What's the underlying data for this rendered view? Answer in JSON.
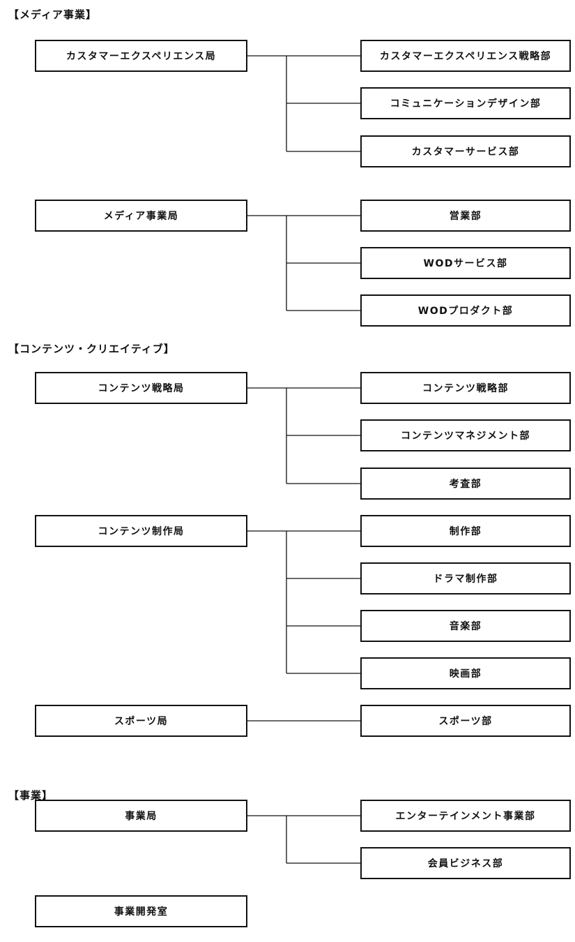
{
  "sections": {
    "media": {
      "heading": "【メディア事業】"
    },
    "contents": {
      "heading": "【コンテンツ・クリエイティブ】"
    },
    "business": {
      "heading": "【事業】"
    }
  },
  "bureaus": {
    "cx": {
      "label": "カスタマーエクスペリエンス局",
      "departments": [
        "カスタマーエクスペリエンス戦略部",
        "コミュニケーションデザイン部",
        "カスタマーサービス部"
      ]
    },
    "media": {
      "label": "メディア事業局",
      "departments": [
        "営業部",
        "WODサービス部",
        "WODプロダクト部"
      ]
    },
    "content_strategy": {
      "label": "コンテンツ戦略局",
      "departments": [
        "コンテンツ戦略部",
        "コンテンツマネジメント部",
        "考査部"
      ]
    },
    "content_production": {
      "label": "コンテンツ制作局",
      "departments": [
        "制作部",
        "ドラマ制作部",
        "音楽部",
        "映画部"
      ]
    },
    "sports": {
      "label": "スポーツ局",
      "departments": [
        "スポーツ部"
      ]
    },
    "business": {
      "label": "事業局",
      "departments": [
        "エンターテインメント事業部",
        "会員ビジネス部"
      ]
    },
    "business_dev": {
      "label": "事業開発室",
      "departments": []
    }
  }
}
